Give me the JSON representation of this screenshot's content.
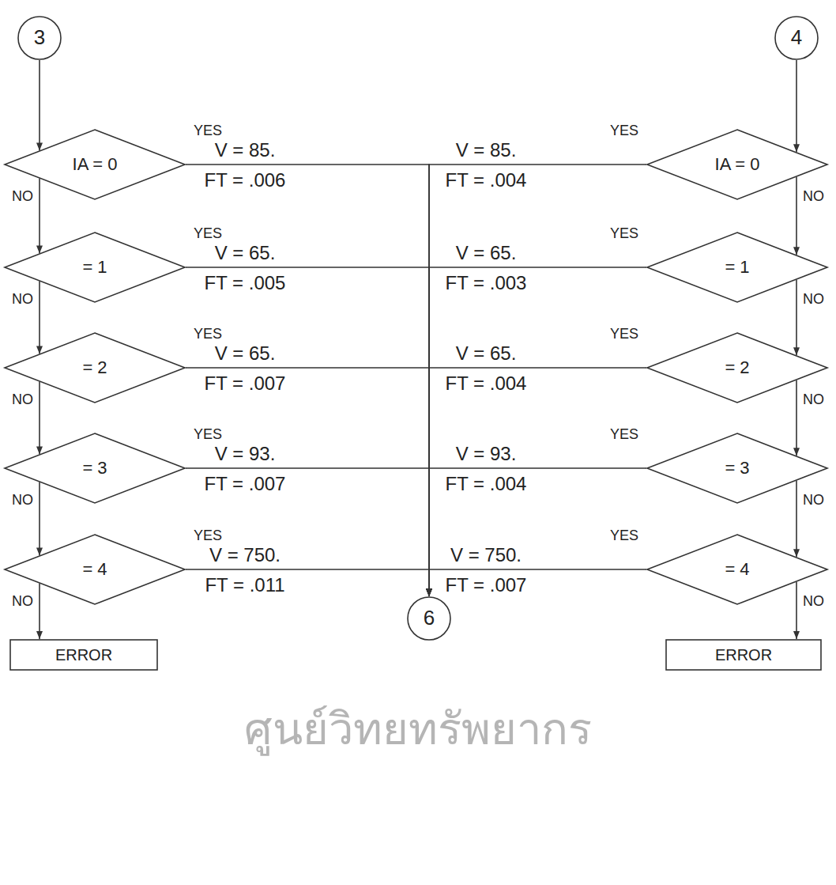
{
  "diagram": {
    "nodes": [
      {
        "text": [
          "3"
        ]
      },
      {
        "text": [
          "4"
        ]
      },
      {
        "text": [
          "IA = 0"
        ]
      },
      {
        "text": [
          "IA = 0"
        ]
      },
      {
        "text": [
          "= 1"
        ]
      },
      {
        "text": [
          "= 1"
        ]
      },
      {
        "text": [
          "= 2"
        ]
      },
      {
        "text": [
          "= 2"
        ]
      },
      {
        "text": [
          "= 3"
        ]
      },
      {
        "text": [
          "= 3"
        ]
      },
      {
        "text": [
          "= 4"
        ]
      },
      {
        "text": [
          "= 4"
        ]
      },
      {
        "text": [
          "ERROR"
        ]
      },
      {
        "text": [
          "6"
        ]
      },
      {
        "text": [
          "ERROR"
        ]
      }
    ],
    "edges": [
      {
        "from": 0,
        "to": 2,
        "arrow": "to"
      },
      {
        "from": 1,
        "to": 3,
        "arrow": "to"
      },
      {
        "from": 2,
        "to": 13,
        "label": "V = 85.",
        "arrow": "to"
      },
      {
        "from": 4,
        "to": 13,
        "label": "V = 65.",
        "arrow": "to"
      },
      {
        "from": 6,
        "to": 13,
        "label": "V = 65.",
        "arrow": "to"
      },
      {
        "from": 8,
        "to": 13,
        "label": "V = 93.",
        "arrow": "to"
      },
      {
        "from": 10,
        "to": 13,
        "label": "V = 750.",
        "arrow": "to"
      },
      {
        "from": 3,
        "to": 13,
        "label": "V = 85.",
        "arrow": "to"
      },
      {
        "from": 5,
        "to": 13,
        "label": "V = 65.",
        "arrow": "to"
      },
      {
        "from": 7,
        "to": 13,
        "label": "V = 65.",
        "arrow": "to"
      },
      {
        "from": 9,
        "to": 13,
        "label": "V = 93.",
        "arrow": "to"
      },
      {
        "from": 11,
        "to": 13,
        "label": "V = 750.",
        "arrow": "to"
      },
      {
        "from": 2,
        "to": 4,
        "label": "NO",
        "arrow": "to"
      },
      {
        "from": 4,
        "to": 6,
        "label": "NO",
        "arrow": "to"
      },
      {
        "from": 6,
        "to": 8,
        "label": "NO",
        "arrow": "to"
      },
      {
        "from": 8,
        "to": 10,
        "label": "NO",
        "arrow": "to"
      },
      {
        "from": 10,
        "to": 12,
        "label": "NO",
        "arrow": "to"
      },
      {
        "from": 3,
        "to": 5,
        "label": "NO",
        "arrow": "to"
      },
      {
        "from": 5,
        "to": 7,
        "label": "NO",
        "arrow": "to"
      },
      {
        "from": 7,
        "to": 9,
        "label": "NO",
        "arrow": "to"
      },
      {
        "from": 9,
        "to": 11,
        "label": "NO",
        "arrow": "to"
      },
      {
        "from": 11,
        "to": 14,
        "label": "NO",
        "arrow": "to"
      }
    ],
    "labels": [
      "YES",
      "YES",
      "YES",
      "YES",
      "YES",
      "YES",
      "YES",
      "YES",
      "YES",
      "YES",
      "FT = .006",
      "FT = .005",
      "FT = .007",
      "FT = .007",
      "FT = .011",
      "FT = .004",
      "FT = .003",
      "FT = .004",
      "FT = .004",
      "FT = .007",
      "ศูนย์วิทยทรัพยากร"
    ]
  }
}
